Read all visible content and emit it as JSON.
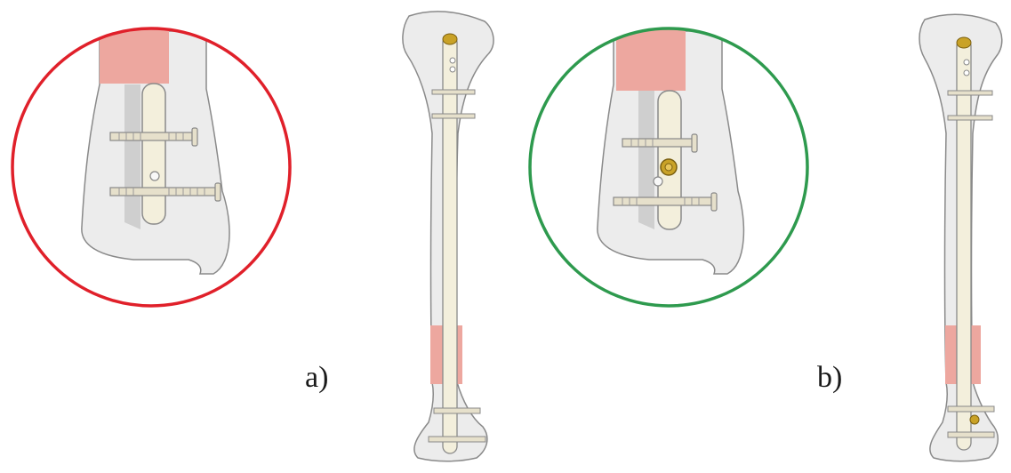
{
  "figure": {
    "panels": [
      {
        "label": "a)",
        "zoom_circle_color": "#e0202a",
        "distal_locking": "screws-only"
      },
      {
        "label": "b)",
        "zoom_circle_color": "#2e9a4e",
        "distal_locking": "screws-plus-end-cap"
      }
    ],
    "colors": {
      "bone_fill": "#ececec",
      "bone_stroke": "#8a8a8a",
      "nail_fill": "#f3efdc",
      "fracture_zone": "#eda79f",
      "screw_fill": "#e6e0cb",
      "brass_cap": "#c9a227"
    }
  }
}
